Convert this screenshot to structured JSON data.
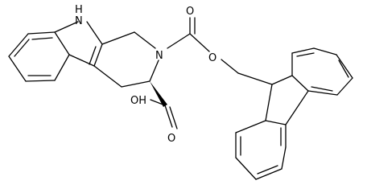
{
  "atom_labels": {
    "indole_nh": "H",
    "indole_n": "N",
    "ring_n": "N",
    "carbamate_carbonyl_o": "O",
    "carbamate_ester_o": "O",
    "acid_oh": "OH",
    "acid_carbonyl_o": "O"
  },
  "colors": {
    "bond": "#000000",
    "background": "#ffffff"
  }
}
